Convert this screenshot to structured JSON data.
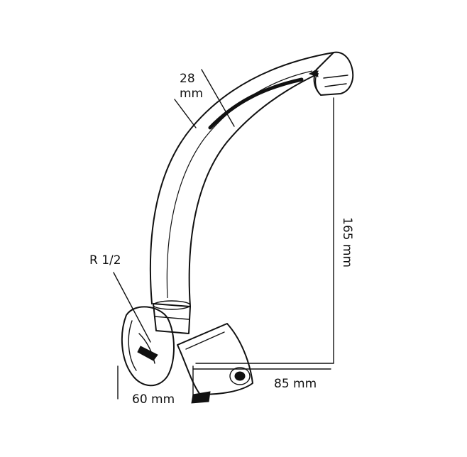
{
  "diagram": {
    "dimensions": {
      "spout_diameter": {
        "value": "28",
        "unit": "mm"
      },
      "height": {
        "text": "165 mm"
      },
      "reach": {
        "text": "85 mm"
      },
      "base_width": {
        "text": "60 mm"
      },
      "thread": {
        "text": "R 1/2"
      }
    }
  }
}
